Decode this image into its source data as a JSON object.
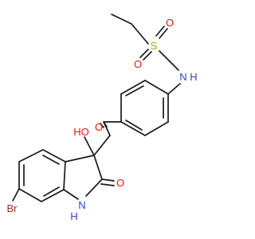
{
  "molecule": {
    "atoms": {
      "sulfur": {
        "text": "S",
        "color": "#b8a000"
      },
      "o_sulfonyl_upper": {
        "text": "O",
        "color": "#ff0d0d"
      },
      "o_sulfonyl_lower": {
        "text": "O",
        "color": "#ff0d0d"
      },
      "sulfonamide_nh": {
        "text": "N",
        "h": "H",
        "color": "#2f3fd6"
      },
      "ketone_o": {
        "text": "O",
        "color": "#ff0d0d"
      },
      "hydroxyl": {
        "text": "HO",
        "color": "#ff0d0d"
      },
      "lactam_o": {
        "text": "O",
        "color": "#ff0d0d"
      },
      "lactam_nh": {
        "text": "N",
        "h": "H",
        "color": "#2f3fd6"
      },
      "bromine": {
        "text": "Br",
        "color": "#a52a2a"
      }
    },
    "bond_color": "#1a1a1a"
  }
}
